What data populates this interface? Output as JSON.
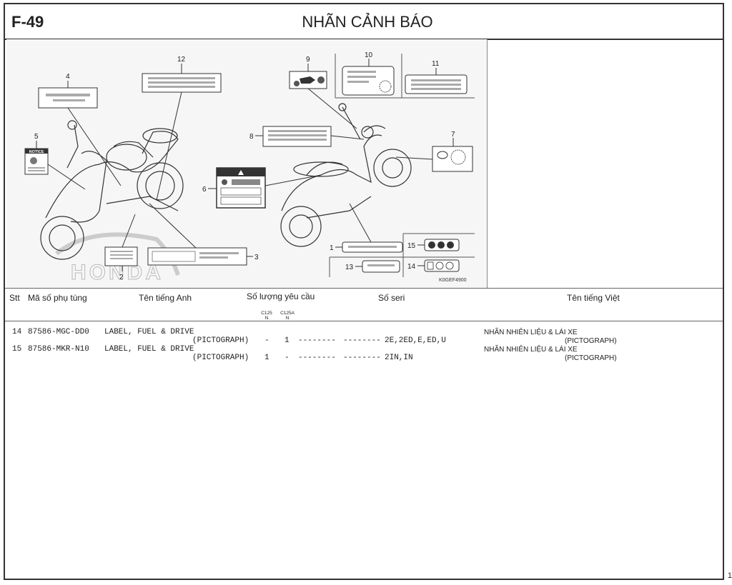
{
  "header": {
    "code": "F-49",
    "title": "NHÃN CẢNH BÁO"
  },
  "diagram": {
    "callouts": [
      "1",
      "2",
      "3",
      "4",
      "5",
      "6",
      "7",
      "8",
      "9",
      "10",
      "11",
      "12",
      "13",
      "14",
      "15"
    ],
    "image_code": "K0GEF4900",
    "brand_watermark": "HONDA",
    "notice_label": "NOTICE"
  },
  "columns": {
    "stt": "Stt",
    "part_no": "Mã số phụ tùng",
    "name_en": "Tên tiếng Anh",
    "qty": "Số lượng yêu cầu",
    "qty_c125": "C125\nN",
    "qty_c125a": "C125A\nN",
    "serial": "Số seri",
    "name_vn": "Tên tiếng Việt"
  },
  "rows": [
    {
      "stt": "14",
      "part_no": "87586-MGC-DD0",
      "name_en": "LABEL, FUEL & DRIVE",
      "name_en2": "(PICTOGRAPH)",
      "qty_c125": "-",
      "qty_c125a": "1",
      "dash1": "--------",
      "dash2": "--------",
      "serial": "2E,2ED,E,ED,U",
      "name_vn": "NHÃN NHIÊN LIỆU & LÁI XE",
      "name_vn2": "(PICTOGRAPH)"
    },
    {
      "stt": "15",
      "part_no": "87586-MKR-N10",
      "name_en": "LABEL, FUEL & DRIVE",
      "name_en2": "(PICTOGRAPH)",
      "qty_c125": "1",
      "qty_c125a": "-",
      "dash1": "--------",
      "dash2": "--------",
      "serial": "2IN,IN",
      "name_vn": "NHÃN NHIÊN LIỆU & LÁI XE",
      "name_vn2": "(PICTOGRAPH)"
    }
  ],
  "page_number": "1"
}
